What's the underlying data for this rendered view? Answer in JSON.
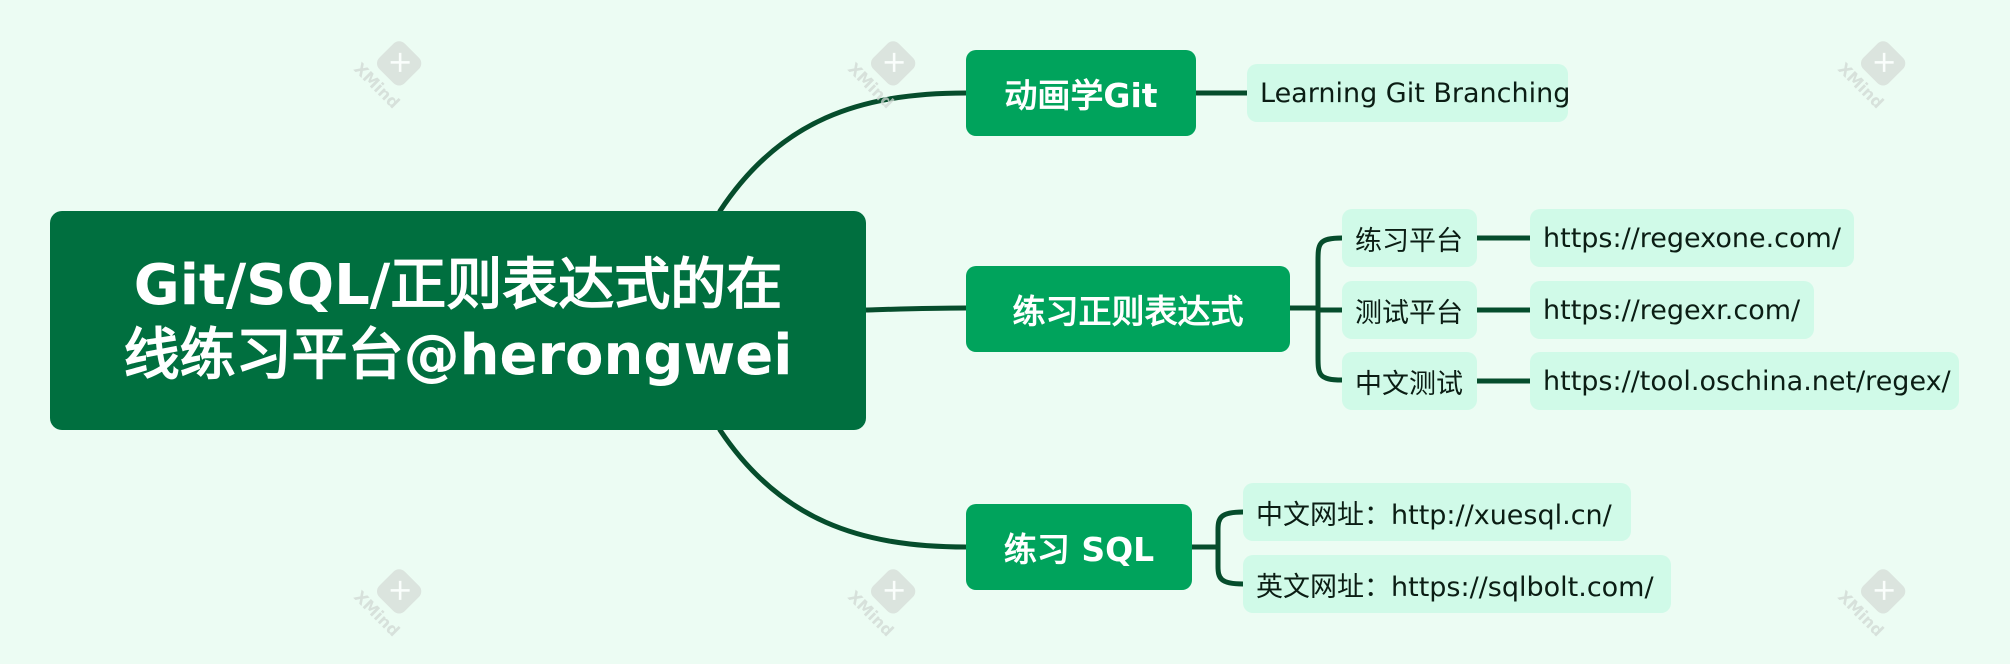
{
  "root": {
    "line1": "Git/SQL/正则表达式的在",
    "line2": "线练习平台@herongwei"
  },
  "branches": [
    {
      "label": "动画学Git",
      "children": [
        "Learning Git Branching"
      ]
    },
    {
      "label": "练习正则表达式",
      "children": [
        {
          "label": "练习平台",
          "url": "https://regexone.com/"
        },
        {
          "label": "测试平台",
          "url": "https://regexr.com/"
        },
        {
          "label": "中文测试",
          "url": "https://tool.oschina.net/regex/"
        }
      ]
    },
    {
      "label": "练习 SQL",
      "children": [
        "中文网址：http://xuesql.cn/",
        "英文网址：https://sqlbolt.com/"
      ]
    }
  ],
  "watermark": {
    "brand": "XMind",
    "icon": "xmind-logo-icon"
  },
  "colors": {
    "background": "#ecfcf3",
    "root": "#006f3f",
    "main_topic": "#00a35c",
    "sub_topic": "#d0fae8",
    "connector": "#064d2c"
  }
}
